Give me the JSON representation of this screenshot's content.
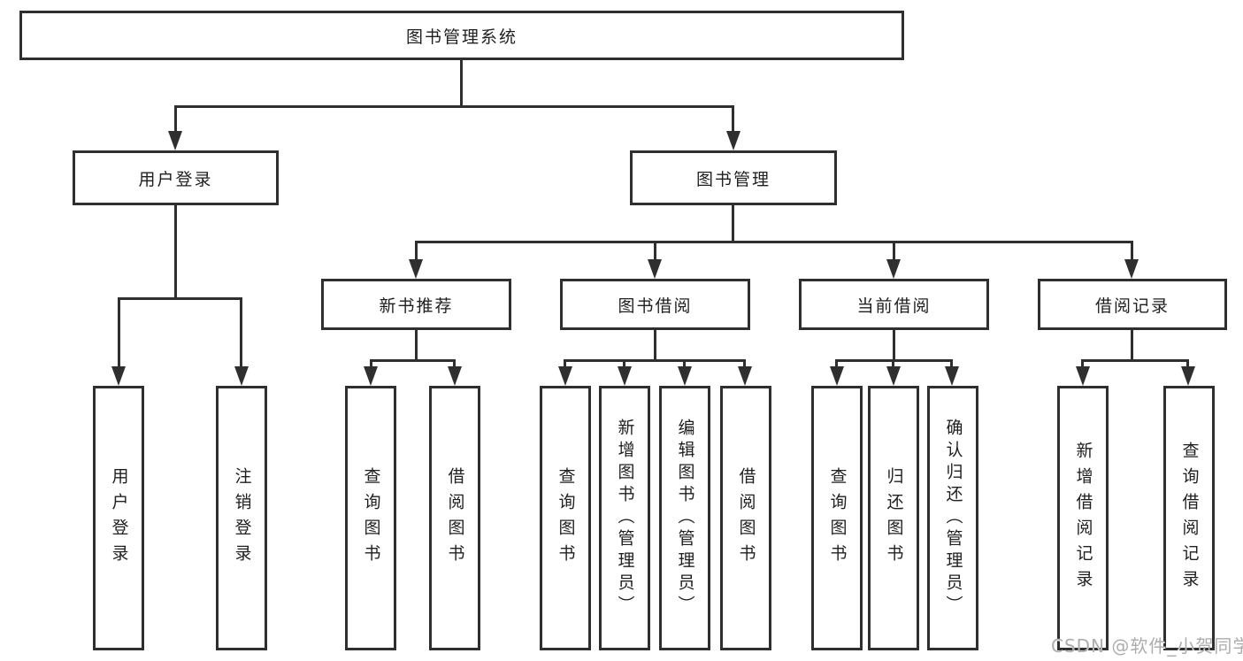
{
  "diagram_title": "图书管理系统",
  "tree": {
    "root": "图书管理系统",
    "user_login": {
      "label": "用户登录",
      "children": [
        "用户登录",
        "注销登录"
      ]
    },
    "book_management": {
      "label": "图书管理",
      "sections": [
        {
          "label": "新书推荐",
          "children": [
            "查询图书",
            "借阅图书"
          ]
        },
        {
          "label": "图书借阅",
          "children": [
            "查询图书",
            "新增图书（管理员）",
            "编辑图书（管理员）",
            "借阅图书"
          ]
        },
        {
          "label": "当前借阅",
          "children": [
            "查询图书",
            "归还图书",
            "确认归还（管理员）"
          ]
        },
        {
          "label": "借阅记录",
          "children": [
            "新增借阅记录",
            "查询借阅记录"
          ]
        }
      ]
    }
  },
  "watermark": "CSDN @软件_小贺同学",
  "colors": {
    "line": "#2f2f2f",
    "text": "#1f1f1f",
    "watermark": "#adadad",
    "background": "#ffffff"
  }
}
